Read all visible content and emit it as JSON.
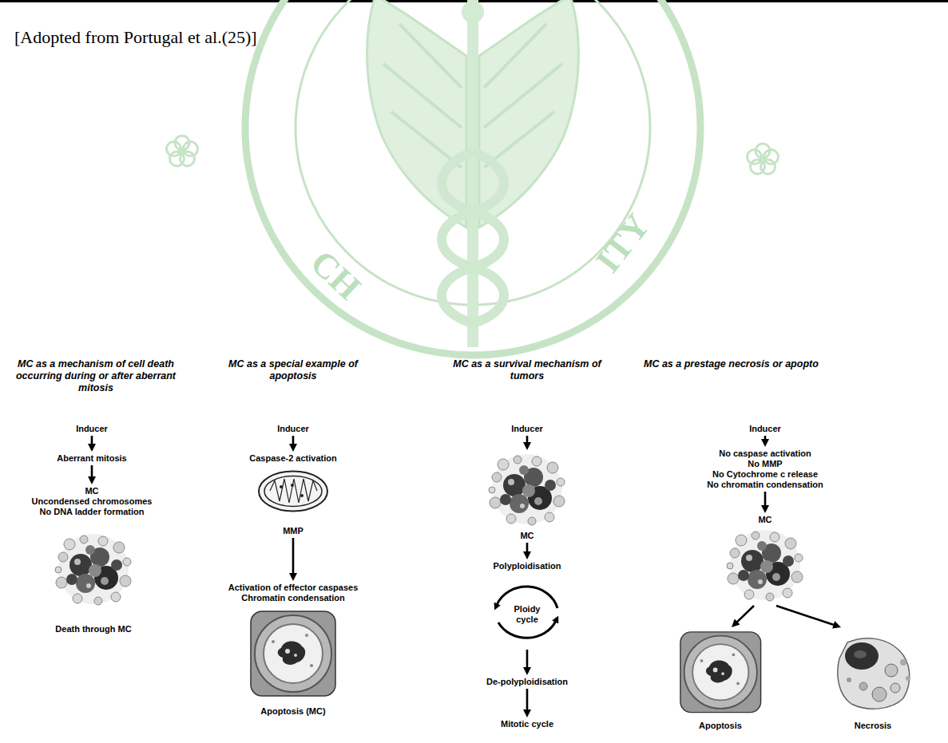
{
  "diagram": {
    "nodes": [
      {
        "text": [
          "Inducer"
        ]
      },
      {
        "text": [
          "Aberrant mitosis"
        ]
      },
      {
        "text": [
          "MC",
          "Uncondensed chromosomes",
          "No DNA ladder formation"
        ]
      },
      {
        "text": [
          "Death through MC"
        ]
      },
      {
        "text": [
          "Inducer"
        ]
      },
      {
        "text": [
          "Caspase-2 activation"
        ]
      },
      {
        "text": [
          "MMP"
        ]
      },
      {
        "text": [
          "Activation of effector caspases",
          "Chromatin condensation"
        ]
      },
      {
        "text": [
          "Apoptosis (MC)"
        ]
      },
      {
        "text": [
          "Inducer"
        ]
      },
      {
        "text": [
          "MC"
        ]
      },
      {
        "text": [
          "Polyploidisation"
        ]
      },
      {
        "text": [
          "Ploidy cycle"
        ]
      },
      {
        "text": [
          "De-polyploidisation"
        ]
      },
      {
        "text": [
          "Mitotic cycle"
        ]
      },
      {
        "text": [
          "Inducer"
        ]
      },
      {
        "text": [
          "No caspase activation",
          "No MMP",
          "No Cytochrome c release",
          "No chromatin condensation"
        ]
      },
      {
        "text": [
          "MC"
        ]
      },
      {
        "text": [
          "Apoptosis"
        ]
      },
      {
        "text": [
          "Necrosis"
        ]
      }
    ],
    "edges": [
      {
        "from": 0,
        "to": 1,
        "arrow": "to"
      },
      {
        "from": 1,
        "to": 2,
        "arrow": "to"
      },
      {
        "from": 4,
        "to": 5,
        "arrow": "to"
      },
      {
        "from": 6,
        "to": 7,
        "arrow": "to"
      },
      {
        "from": 9,
        "to": 10,
        "arrow": "to"
      },
      {
        "from": 10,
        "to": 11,
        "arrow": "to"
      },
      {
        "from": 12,
        "to": 13,
        "arrow": "to"
      },
      {
        "from": 13,
        "to": 14,
        "arrow": "to"
      },
      {
        "from": 15,
        "to": 16,
        "arrow": "to"
      },
      {
        "from": 16,
        "to": 17,
        "arrow": "to"
      },
      {
        "from": 17,
        "to": 18,
        "arrow": "to"
      },
      {
        "from": 17,
        "to": 19,
        "arrow": "to"
      }
    ],
    "labels": [
      "[Adopted from Portugal et al.(25)]",
      "MC as a mechanism of cell death occurring during or after aberrant mitosis",
      "MC as a special example of apoptosis",
      "MC as a survival mechanism of tumors",
      "MC as a prestage necrosis or apopto",
      "CH",
      "ITY"
    ]
  }
}
